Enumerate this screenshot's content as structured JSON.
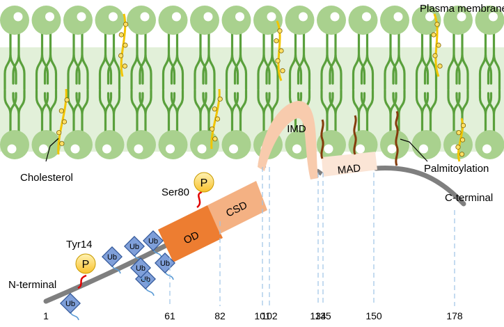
{
  "labels": {
    "plasma_membrane": "Plasma membrane",
    "cholesterol": "Cholesterol",
    "palmitoylation": "Palmitoylation",
    "n_terminal": "N-terminal",
    "c_terminal": "C-terminal",
    "tyr14": "Tyr14",
    "ser80": "Ser80",
    "phospho": "P",
    "ubiquitin": "Ub"
  },
  "domains": {
    "od": "OD",
    "csd": "CSD",
    "imd": "IMD",
    "mad": "MAD"
  },
  "residues": [
    "1",
    "61",
    "82",
    "101",
    "102",
    "134",
    "135",
    "150",
    "178"
  ],
  "colors": {
    "lipid_head": "#a9d18e",
    "lipid_tail": "#5aa03c",
    "bilayer_core": "#e2f0d9",
    "cholesterol": "#f2c500",
    "od": "#ed7d31",
    "csd": "#f4b183",
    "imd": "#f8cbad",
    "mad": "#fbe5d6",
    "chain": "#7f7f7f",
    "palmitoyl": "#843c0c",
    "ub": "#7f9fd9",
    "phospho": "#f9c22e"
  }
}
